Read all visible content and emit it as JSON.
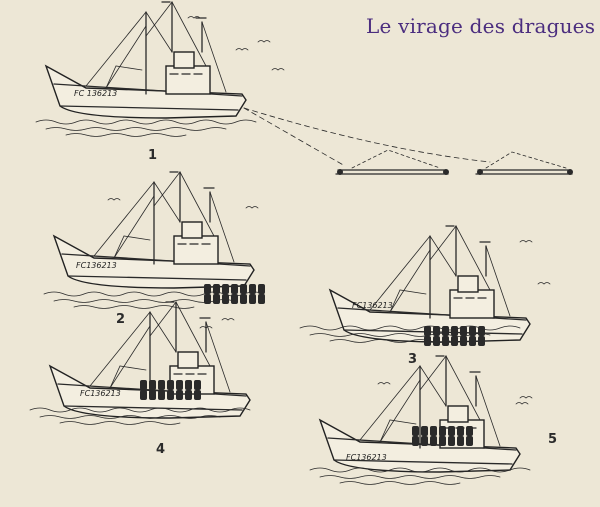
{
  "title": "Le virage des dragues",
  "steps": [
    {
      "number": "1",
      "hull_mark": "FC 136213"
    },
    {
      "number": "2",
      "hull_mark": "FC136213"
    },
    {
      "number": "3",
      "hull_mark": "FC136213"
    },
    {
      "number": "4",
      "hull_mark": "FC136213"
    },
    {
      "number": "5",
      "hull_mark": "FC136213"
    }
  ]
}
